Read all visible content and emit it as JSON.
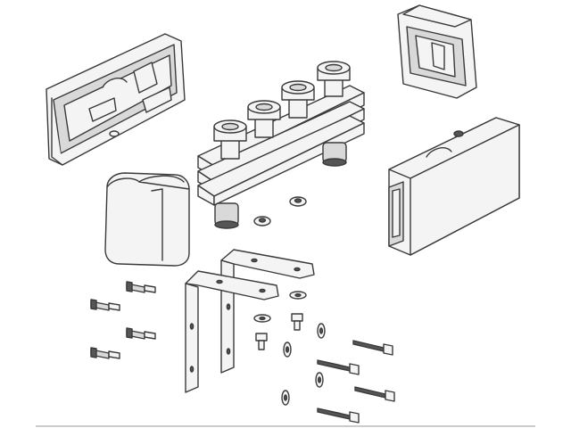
{
  "figure": {
    "kind": "exploded-assembly",
    "colors": {
      "line": "#3a3a3a",
      "fill": "#f4f4f4",
      "shade": "#d9d9d9",
      "dark": "#555555",
      "ground": "#9a9a9a"
    }
  },
  "parts": [
    {
      "name": "insulation-shell-back-left"
    },
    {
      "name": "insulation-shell-end-cap-top-right"
    },
    {
      "name": "distribution-manifold"
    },
    {
      "name": "insulation-shell-front-right"
    },
    {
      "name": "insulation-end-cap-left"
    },
    {
      "name": "mounting-bracket-pair"
    },
    {
      "name": "wall-plug-set"
    },
    {
      "name": "screw-washer-set"
    },
    {
      "name": "wood-screw-set"
    }
  ]
}
